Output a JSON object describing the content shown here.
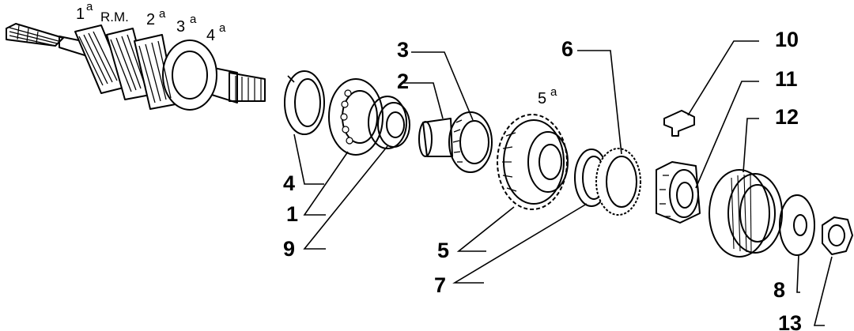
{
  "gear_labels": {
    "first": {
      "num": "1",
      "suffix": "a"
    },
    "reverse": "R.M.",
    "second": {
      "num": "2",
      "suffix": "a"
    },
    "third": {
      "num": "3",
      "suffix": "a"
    },
    "fourth": {
      "num": "4",
      "suffix": "a"
    },
    "fifth": {
      "num": "5",
      "suffix": "a"
    }
  },
  "callouts": {
    "c1": "1",
    "c2": "2",
    "c3": "3",
    "c4": "4",
    "c5": "5",
    "c6": "6",
    "c7": "7",
    "c8": "8",
    "c9": "9",
    "c10": "10",
    "c11": "11",
    "c12": "12",
    "c13": "13"
  }
}
